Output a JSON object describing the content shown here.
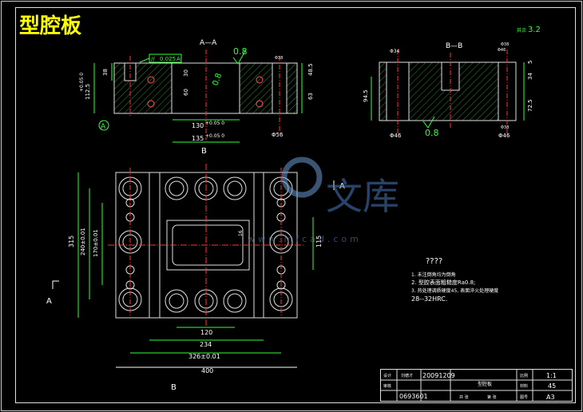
{
  "title": "型腔板",
  "section_aa_label": "A—A",
  "section_bb_label": "B—B",
  "roughness": {
    "top_aa": "0.8",
    "side_aa": "0.8",
    "bb_top": "0.8",
    "corner": "3.2",
    "corner_prefix": "其余"
  },
  "tolerance_frame": {
    "symbol": "//",
    "value": "0.025",
    "datum": "A"
  },
  "datum_a": "A",
  "view_labels": {
    "a_left": "A",
    "a_right": "A",
    "b_top": "B",
    "b_bottom": "B"
  },
  "aa_dims": {
    "d38": "38",
    "height": "112.5",
    "height_tol": "+0.05 0",
    "d30": "30",
    "d60": "60",
    "w130": "130",
    "w130_tol": "+0.05 0",
    "w135": "135",
    "w135_tol": "+0.05 0",
    "r48": "48.5",
    "r63": "63",
    "phi56": "Φ56",
    "phi_top": "Φ38"
  },
  "bb_dims": {
    "phi34": "Φ34",
    "phi38_top": "Φ38",
    "phi_small": "Φ46",
    "d94": "94.5",
    "d34": "34",
    "d5": "5",
    "d72": "72.5",
    "phi46_l": "Φ46",
    "phi46_r": "Φ46",
    "phi38_bot": "Φ38"
  },
  "plan_dims": {
    "d315": "315",
    "d240": "240±0.01",
    "d170": "170±0.01",
    "d115": "115",
    "d16": "16",
    "d120": "120",
    "d234": "234",
    "d326": "326±0.01",
    "d400": "400"
  },
  "watermark": {
    "cn": "文库",
    "url": "www.mfcad.com"
  },
  "notes": {
    "heading": "????",
    "lines": [
      "1. 未注倒角均为倒角",
      "2. 型腔表面粗糙度Ra0.8;",
      "3. 热处理调质硬度45, 表面淬火处理硬度",
      "28--32HRC."
    ]
  },
  "title_block": {
    "r1": [
      "设计",
      "刘德才",
      "20091209",
      "型腔板",
      "比例",
      "1:1"
    ],
    "r2": [
      "审核",
      "",
      "",
      "",
      "材料",
      "45"
    ],
    "r3": [
      "",
      "0693601",
      "共 张",
      "第 张",
      "图号",
      "A3"
    ]
  }
}
